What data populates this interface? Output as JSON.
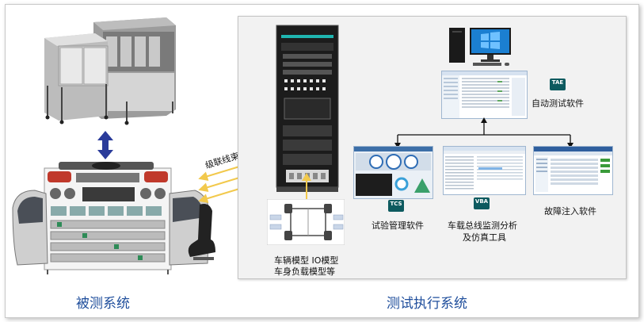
{
  "labels": {
    "system_under_test": "被测系统",
    "test_execution_system": "测试执行系统",
    "cascade_harness": "级联线束",
    "vehicle_models_line1": "车辆模型  IO模型",
    "vehicle_models_line2": "车身负载模型等",
    "auto_test_software": "自动测试软件",
    "test_management_software": "试验管理软件",
    "bus_monitor_line1": "车载总线监测分析",
    "bus_monitor_line2": "及仿真工具",
    "fault_injection_software": "故障注入软件"
  },
  "logos": {
    "tae": "TAE",
    "tcs": "TCS",
    "vba": "VBA"
  },
  "colors": {
    "title_blue": "#1f4e9c",
    "arrow_blue": "#2a3b9a",
    "arrow_yellow": "#f2c94c",
    "logo_teal": "#0d5a5f",
    "logo_green": "#8ec63f"
  }
}
